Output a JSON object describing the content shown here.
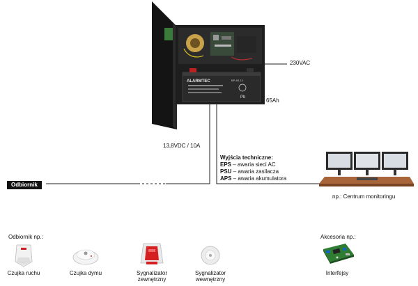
{
  "psu": {
    "brand": "ALARMTEC",
    "model": "BP-65-12",
    "battery_mark": "Pb",
    "label_mains": "230VAC",
    "label_battery": "65Ah",
    "label_output": "13,8VDC / 10A"
  },
  "receiver_tag": "Odbiornik",
  "technical_outputs": {
    "title": "Wyjścia techniczne:",
    "items": [
      {
        "code": "EPS",
        "text": " – awaria sieci AC"
      },
      {
        "code": "PSU",
        "text": " – awaria zasilacza"
      },
      {
        "code": "APS",
        "text": " – awaria akumulatora"
      }
    ]
  },
  "monitoring_caption": "np.: Centrum monitoringu",
  "receivers": {
    "title": "Odbiornik np.:",
    "items": [
      {
        "label": "Czujka ruchu",
        "icon": "motion-sensor-icon"
      },
      {
        "label": "Czujka dymu",
        "icon": "smoke-detector-icon"
      },
      {
        "label": "Sygnalizator zewnętrzny",
        "line1": "Sygnalizator",
        "line2": "zewnętrzny",
        "icon": "outdoor-siren-icon"
      },
      {
        "label": "Sygnalizator wewnętrzny",
        "line1": "Sygnalizator",
        "line2": "wewnętrzny",
        "icon": "indoor-siren-icon"
      }
    ]
  },
  "accessories": {
    "title": "Akcesoria np.:",
    "items": [
      {
        "label": "Interfejsy",
        "icon": "interface-board-icon"
      }
    ]
  },
  "colors": {
    "enclosure": "#1b1b1b",
    "desk": "#a8653a",
    "siren_red": "#d42020",
    "board_green": "#2e7d32",
    "line": "#222222"
  }
}
